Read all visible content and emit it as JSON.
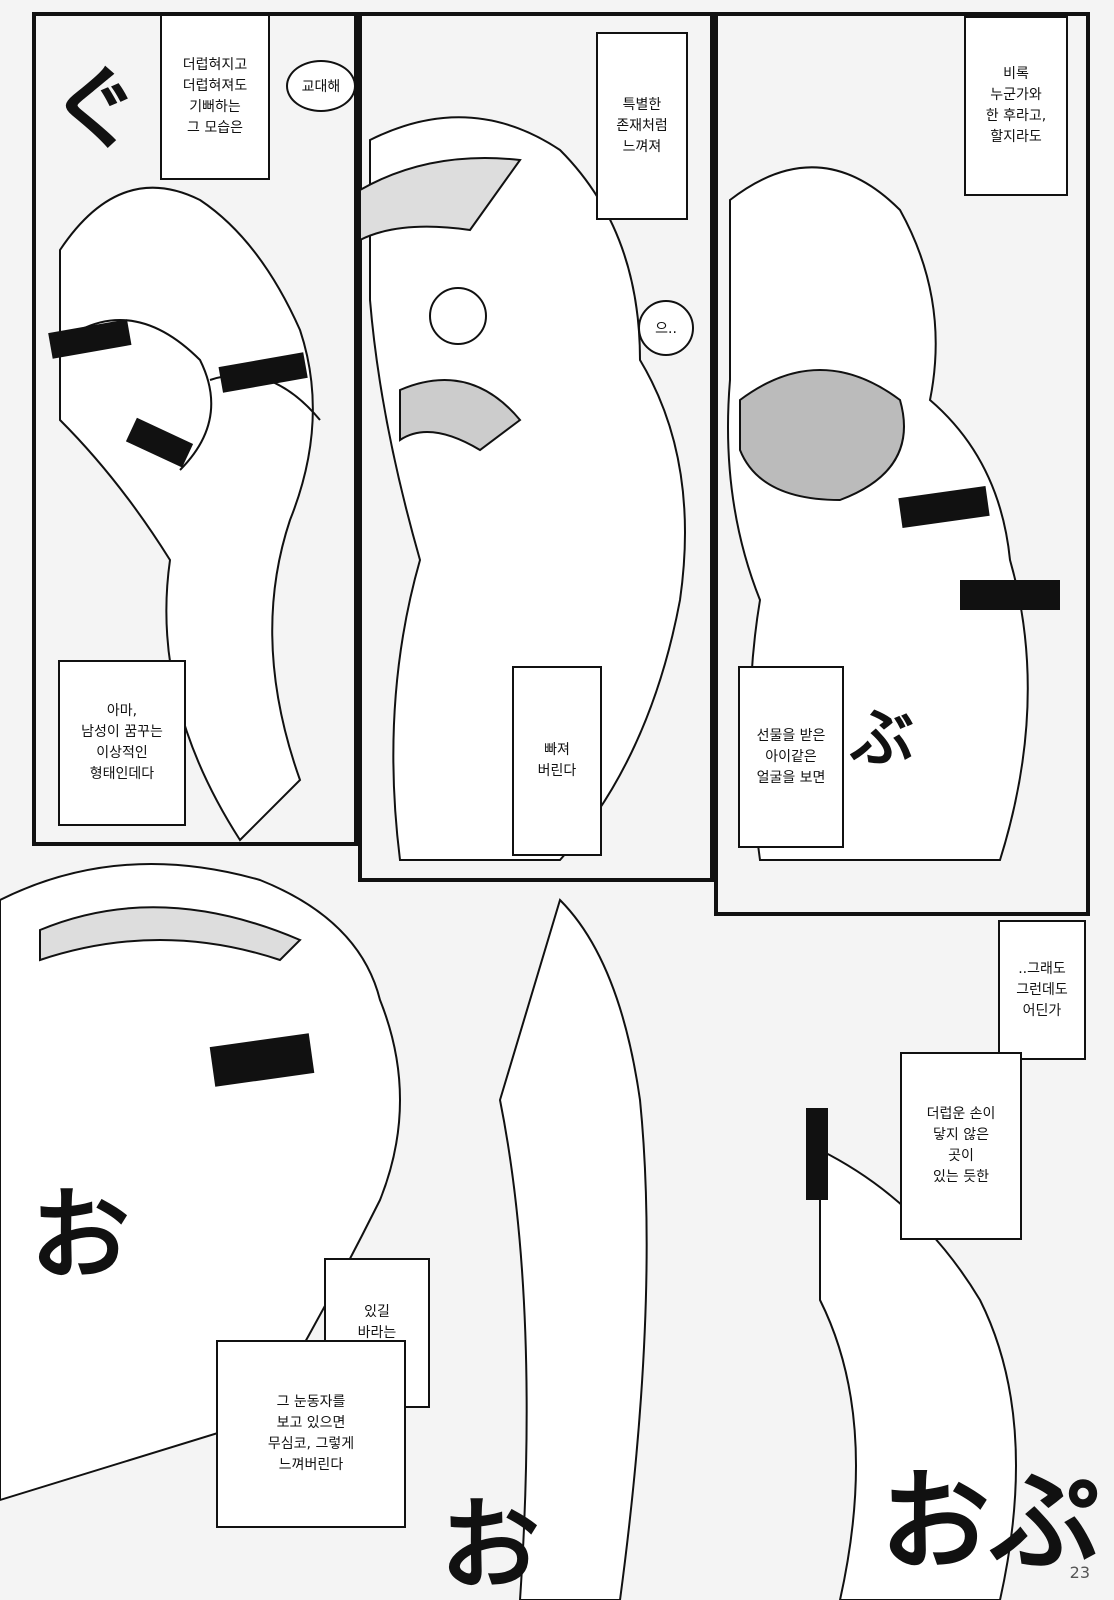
{
  "captions": {
    "p1_top": "더럽혀지고\n더럽혀져도\n기뻐하는\n그 모습은",
    "p1_bottom": "아마,\n남성이 꿈꾸는\n이상적인\n형태인데다",
    "p2_top": "특별한\n존재처럼\n느껴져",
    "p2_bottom": "빠져\n버린다",
    "p3_top": "비록\n누군가와\n한 후라고,\n할지라도",
    "p3_bottom": "선물을 받은\n아이같은\n얼굴을 보면",
    "p4_right_a": "..그래도\n그런데도\n어딘가",
    "p4_right_b": "더럽운 손이\n닿지 않은\n곳이\n있는 듯한",
    "p4_bottom_a": "있길\n바라는\n듯한..",
    "p4_bottom_b": "그 눈동자를\n보고 있으면\n무심코, 그렇게\n느껴버린다"
  },
  "bubbles": {
    "swap": "교대해",
    "ellipsis": "으.."
  },
  "page_number": "23"
}
